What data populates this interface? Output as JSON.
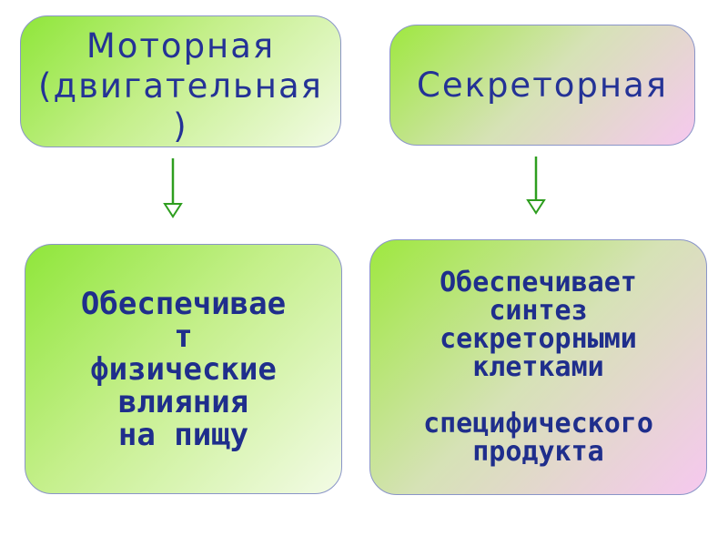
{
  "blocks": {
    "motor": {
      "title": "Моторная\n(двигательная\n)",
      "description": "Обеспечивае\nт\nфизические\nвлияния\nна пищу"
    },
    "secretory": {
      "title": "Секреторная",
      "description": "Обеспечивает\nсинтез\n секреторными\nклетками\n\nспецифического\nпродукта"
    }
  },
  "colors": {
    "text": "#1f2e8c",
    "border": "#8a95c8",
    "green": "#8fe63a",
    "pink": "#f6c8ef",
    "arrow": "#2e9e1f"
  }
}
